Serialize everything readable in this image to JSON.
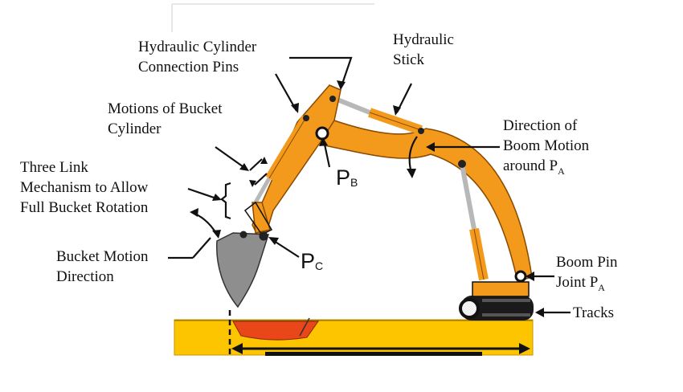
{
  "labels": {
    "cyl_pins_1": "Hydraulic Cylinder",
    "cyl_pins_2": "Connection Pins",
    "stick_1": "Hydraulic",
    "stick_2": "Stick",
    "bucket_cyl_1": "Motions of Bucket",
    "bucket_cyl_2": "Cylinder",
    "three_link_1": "Three Link",
    "three_link_2": "Mechanism to Allow",
    "three_link_3": "Full Bucket Rotation",
    "bucket_motion_1": "Bucket Motion",
    "bucket_motion_2": "Direction",
    "boom_dir_1": "Direction of",
    "boom_dir_2": "Boom Motion",
    "boom_dir_3": "around P",
    "boom_dir_3_sub": "A",
    "boom_pin_1": "Boom Pin",
    "boom_pin_2": "Joint P",
    "boom_pin_2_sub": "A",
    "tracks": "Tracks"
  },
  "points": {
    "pb": "P",
    "pb_sub": "B",
    "pc": "P",
    "pc_sub": "C"
  },
  "colors": {
    "machine": "#f39a1c",
    "machine_dark": "#c86d08",
    "ground": "#fdc400",
    "pit": "#e9461a",
    "bucket": "#8e8e8e",
    "rod": "#b8b8b8"
  }
}
